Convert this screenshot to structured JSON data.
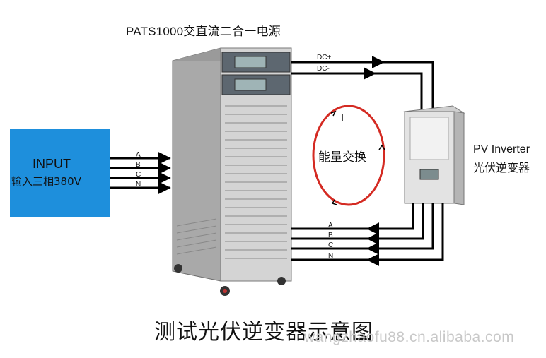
{
  "title": "PATS1000交直流二合一电源",
  "input": {
    "line1": "INPUT",
    "line2": "输入三相380V",
    "phases": [
      "A",
      "B",
      "C",
      "N"
    ]
  },
  "dc": {
    "plus": "DC+",
    "minus": "DC-"
  },
  "inverter": {
    "line1": "PV Inverter",
    "line2": "光伏逆变器"
  },
  "loop": {
    "label": "能量交换",
    "marker": "I"
  },
  "output_phases": [
    "A",
    "B",
    "C",
    "N"
  ],
  "caption": "测试光伏逆变器示意图",
  "watermark": "wangzhaofu88.cn.alibaba.com",
  "colors": {
    "input_box": "#1e8fdc",
    "loop": "#d42a22",
    "cabinet": "#c9c9c9"
  }
}
